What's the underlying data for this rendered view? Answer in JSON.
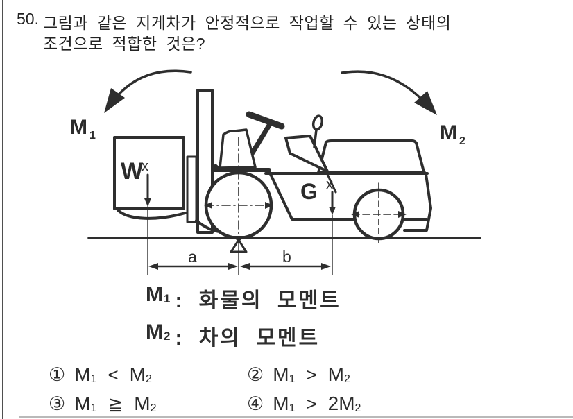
{
  "colors": {
    "ink": "#2e2e2e",
    "paper": "#ffffff",
    "left_rule": "#4f4f4f",
    "scan_line": "#b9b9b9"
  },
  "question": {
    "number": "50.",
    "line1": "그림과 같은 지게차가 안정적으로 작업할 수 있는 상태의",
    "line2": "조건으로 적합한 것은?"
  },
  "diagram": {
    "label_m1": {
      "base": "M",
      "sub": "1"
    },
    "label_m2": {
      "base": "M",
      "sub": "2"
    },
    "label_w": "W",
    "label_w_mark": "x",
    "label_g": "G",
    "label_g_mark": "x",
    "label_dim_a": "a",
    "label_dim_b": "b"
  },
  "legend": {
    "items": [
      {
        "base": "M",
        "sub": "1",
        "desc": ": 화물의 모멘트"
      },
      {
        "base": "M",
        "sub": "2",
        "desc": ": 차의 모멘트"
      }
    ]
  },
  "choices": [
    {
      "marker": "①",
      "lhs_base": "M",
      "lhs_sub": "1",
      "operator": "<",
      "rhs_base": "M",
      "rhs_sub": "2"
    },
    {
      "marker": "②",
      "lhs_base": "M",
      "lhs_sub": "1",
      "operator": ">",
      "rhs_base": "M",
      "rhs_sub": "2"
    },
    {
      "marker": "③",
      "lhs_base": "M",
      "lhs_sub": "1",
      "operator": "≧",
      "rhs_base": "M",
      "rhs_sub": "2"
    },
    {
      "marker": "④",
      "lhs_base": "M",
      "lhs_sub": "1",
      "operator": ">",
      "rhs_base": "2M",
      "rhs_sub": "2"
    }
  ]
}
